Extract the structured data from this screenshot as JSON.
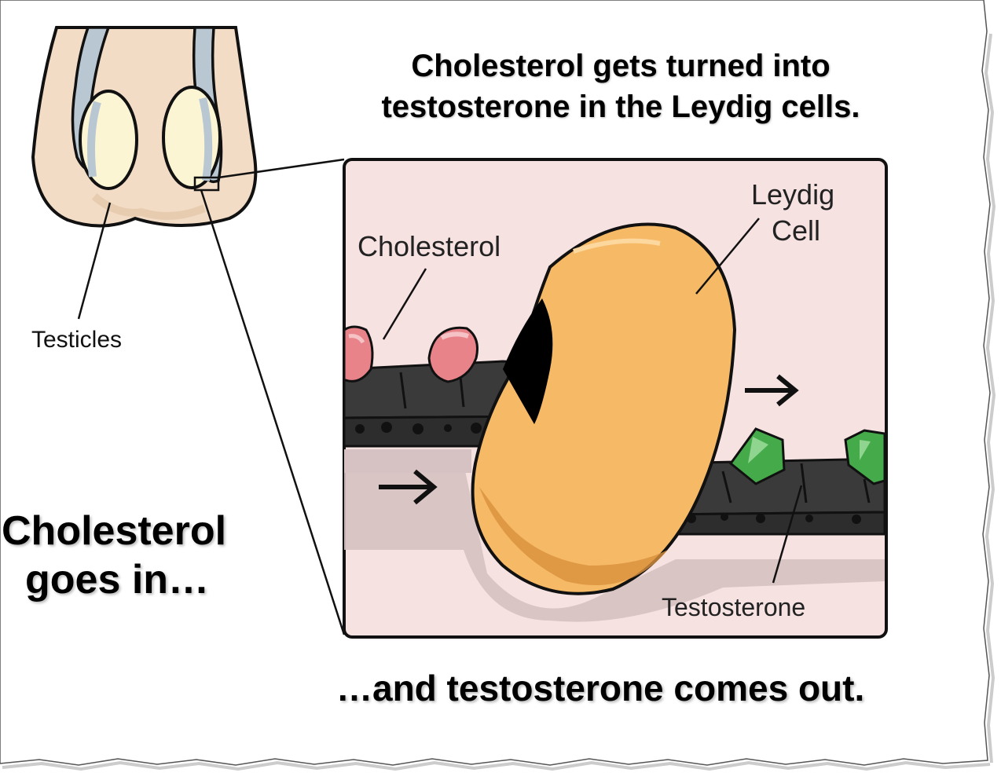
{
  "title": {
    "line1": "Cholesterol gets turned into",
    "line2": "testosterone in the Leydig cells."
  },
  "labels": {
    "testicles": "Testicles",
    "cholesterol": "Cholesterol",
    "leydig_line1": "Leydig",
    "leydig_line2": "Cell",
    "testosterone": "Testosterone"
  },
  "captions": {
    "left_line1": "Cholesterol",
    "left_line2": "goes in…",
    "bottom": "…and testosterone comes out."
  },
  "colors": {
    "panel_bg": "#f7e2e2",
    "skin": "#f2dcc6",
    "testis": "#fbf5d4",
    "duct": "#b9c7d2",
    "cell": "#f6b966",
    "cell_shadow": "#d9913d",
    "belt": "#3a3a3a",
    "cholesterol": "#e8838a",
    "testosterone": "#44aa4a"
  }
}
